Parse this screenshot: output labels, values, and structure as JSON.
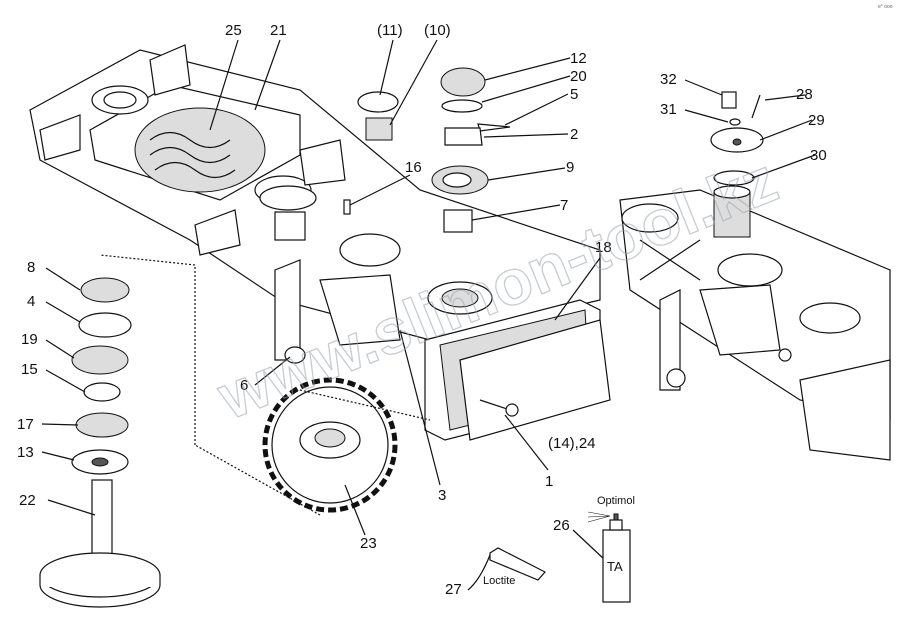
{
  "callouts": [
    "25",
    "21",
    "(11)",
    "(10)",
    "12",
    "20",
    "5",
    "2",
    "9",
    "7",
    "16",
    "18",
    "32",
    "28",
    "31",
    "29",
    "30",
    "8",
    "4",
    "19",
    "15",
    "17",
    "13",
    "22",
    "6",
    "3",
    "1",
    "(14),24",
    "23",
    "26",
    "27"
  ],
  "annotations": {
    "optimol": "Optimol",
    "ta": "TA",
    "loctite": "Loctite"
  },
  "watermark": "www.slimon-tool.kz",
  "corner_mark": "e° ooo"
}
